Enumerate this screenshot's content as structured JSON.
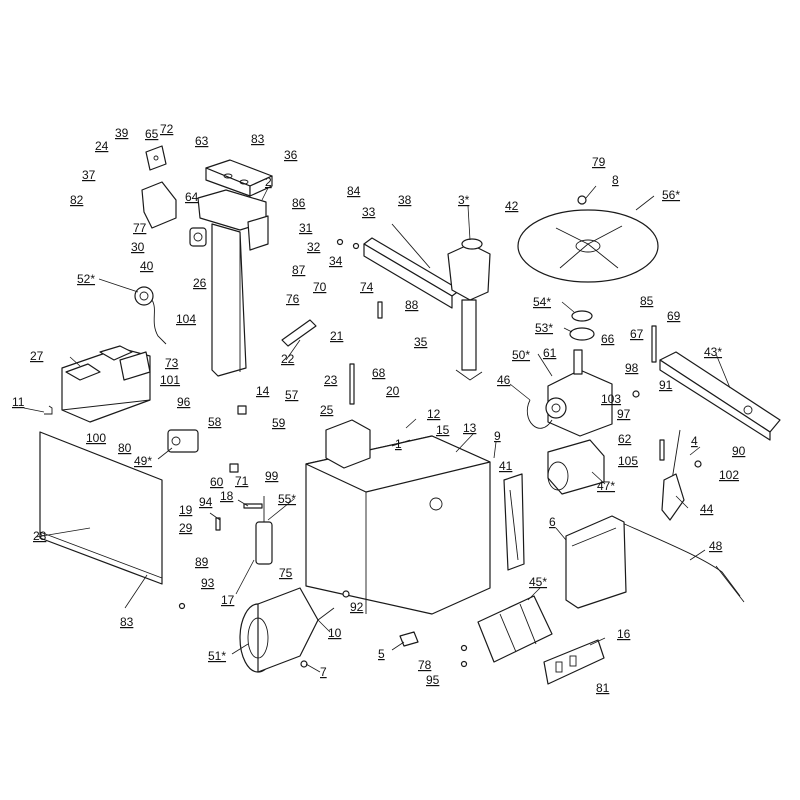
{
  "diagram": {
    "labels": [
      {
        "id": "p1",
        "text": "1"
      },
      {
        "id": "p2",
        "text": "2"
      },
      {
        "id": "p3",
        "text": "3*"
      },
      {
        "id": "p4",
        "text": "4"
      },
      {
        "id": "p5",
        "text": "5"
      },
      {
        "id": "p6",
        "text": "6"
      },
      {
        "id": "p7",
        "text": "7"
      },
      {
        "id": "p8",
        "text": "8"
      },
      {
        "id": "p9",
        "text": "9"
      },
      {
        "id": "p10",
        "text": "10"
      },
      {
        "id": "p11",
        "text": "11"
      },
      {
        "id": "p12",
        "text": "12"
      },
      {
        "id": "p13",
        "text": "13"
      },
      {
        "id": "p14",
        "text": "14"
      },
      {
        "id": "p15",
        "text": "15"
      },
      {
        "id": "p16",
        "text": "16"
      },
      {
        "id": "p17",
        "text": "17"
      },
      {
        "id": "p18",
        "text": "18"
      },
      {
        "id": "p19",
        "text": "19"
      },
      {
        "id": "p20",
        "text": "20"
      },
      {
        "id": "p21",
        "text": "21"
      },
      {
        "id": "p22",
        "text": "22"
      },
      {
        "id": "p23",
        "text": "23"
      },
      {
        "id": "p24",
        "text": "24"
      },
      {
        "id": "p25",
        "text": "25"
      },
      {
        "id": "p26",
        "text": "26"
      },
      {
        "id": "p27",
        "text": "27"
      },
      {
        "id": "p28",
        "text": "28"
      },
      {
        "id": "p29",
        "text": "29"
      },
      {
        "id": "p30",
        "text": "30"
      },
      {
        "id": "p31",
        "text": "31"
      },
      {
        "id": "p32",
        "text": "32"
      },
      {
        "id": "p33",
        "text": "33"
      },
      {
        "id": "p34",
        "text": "34"
      },
      {
        "id": "p35",
        "text": "35"
      },
      {
        "id": "p36",
        "text": "36"
      },
      {
        "id": "p37",
        "text": "37"
      },
      {
        "id": "p38",
        "text": "38"
      },
      {
        "id": "p39",
        "text": "39"
      },
      {
        "id": "p40",
        "text": "40"
      },
      {
        "id": "p41",
        "text": "41"
      },
      {
        "id": "p42",
        "text": "42"
      },
      {
        "id": "p43",
        "text": "43*"
      },
      {
        "id": "p44",
        "text": "44"
      },
      {
        "id": "p45",
        "text": "45*"
      },
      {
        "id": "p46",
        "text": "46"
      },
      {
        "id": "p47",
        "text": "47*"
      },
      {
        "id": "p48",
        "text": "48"
      },
      {
        "id": "p49",
        "text": "49*"
      },
      {
        "id": "p50",
        "text": "50*"
      },
      {
        "id": "p51",
        "text": "51*"
      },
      {
        "id": "p52",
        "text": "52*"
      },
      {
        "id": "p53",
        "text": "53*"
      },
      {
        "id": "p54",
        "text": "54*"
      },
      {
        "id": "p55",
        "text": "55*"
      },
      {
        "id": "p56",
        "text": "56*"
      },
      {
        "id": "p57",
        "text": "57"
      },
      {
        "id": "p58",
        "text": "58"
      },
      {
        "id": "p59",
        "text": "59"
      },
      {
        "id": "p60",
        "text": "60"
      },
      {
        "id": "p61",
        "text": "61"
      },
      {
        "id": "p62",
        "text": "62"
      },
      {
        "id": "p63",
        "text": "63"
      },
      {
        "id": "p64",
        "text": "64"
      },
      {
        "id": "p65",
        "text": "65"
      },
      {
        "id": "p66",
        "text": "66"
      },
      {
        "id": "p67",
        "text": "67"
      },
      {
        "id": "p68",
        "text": "68"
      },
      {
        "id": "p69",
        "text": "69"
      },
      {
        "id": "p70",
        "text": "70"
      },
      {
        "id": "p71",
        "text": "71"
      },
      {
        "id": "p72",
        "text": "72"
      },
      {
        "id": "p73",
        "text": "73"
      },
      {
        "id": "p74",
        "text": "74"
      },
      {
        "id": "p75",
        "text": "75"
      },
      {
        "id": "p76",
        "text": "76"
      },
      {
        "id": "p77",
        "text": "77"
      },
      {
        "id": "p78",
        "text": "78"
      },
      {
        "id": "p79",
        "text": "79"
      },
      {
        "id": "p80",
        "text": "80"
      },
      {
        "id": "p82",
        "text": "82"
      },
      {
        "id": "p83a",
        "text": "83"
      },
      {
        "id": "p83b",
        "text": "83"
      },
      {
        "id": "p84",
        "text": "84"
      },
      {
        "id": "p85",
        "text": "85"
      },
      {
        "id": "p86",
        "text": "86"
      },
      {
        "id": "p87",
        "text": "87"
      },
      {
        "id": "p88",
        "text": "88"
      },
      {
        "id": "p89",
        "text": "89"
      },
      {
        "id": "p90",
        "text": "90"
      },
      {
        "id": "p91",
        "text": "91"
      },
      {
        "id": "p92",
        "text": "92"
      },
      {
        "id": "p93",
        "text": "93"
      },
      {
        "id": "p94",
        "text": "94"
      },
      {
        "id": "p95",
        "text": "95"
      },
      {
        "id": "p96",
        "text": "96"
      },
      {
        "id": "p97",
        "text": "97"
      },
      {
        "id": "p98",
        "text": "98"
      },
      {
        "id": "p99",
        "text": "99"
      },
      {
        "id": "p100",
        "text": "100"
      },
      {
        "id": "p101",
        "text": "101"
      },
      {
        "id": "p102",
        "text": "102"
      },
      {
        "id": "p103",
        "text": "103"
      },
      {
        "id": "p104",
        "text": "104"
      },
      {
        "id": "p105",
        "text": "105"
      },
      {
        "id": "p81",
        "text": "81"
      }
    ]
  }
}
